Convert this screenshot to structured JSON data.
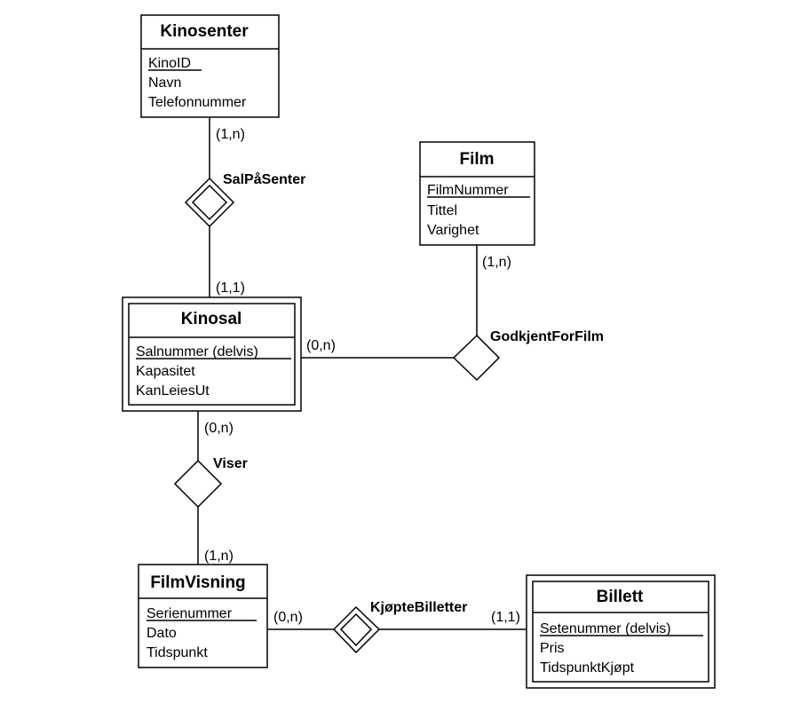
{
  "entities": {
    "kinosenter": {
      "title": "Kinosenter",
      "key": "KinoID",
      "attributes": [
        "Navn",
        "Telefonnummer"
      ]
    },
    "film": {
      "title": "Film",
      "key": "FilmNummer",
      "attributes": [
        "Tittel",
        "Varighet"
      ]
    },
    "kinosal": {
      "title": "Kinosal",
      "key": "Salnummer (delvis)",
      "attributes": [
        "Kapasitet",
        "KanLeiesUt"
      ]
    },
    "filmvisning": {
      "title": "FilmVisning",
      "key": "Serienummer",
      "attributes": [
        "Dato",
        "Tidspunkt"
      ]
    },
    "billett": {
      "title": "Billett",
      "key": "Setenummer (delvis)",
      "attributes": [
        "Pris",
        "TidspunktKjøpt"
      ]
    }
  },
  "relationships": {
    "salpasenter": "SalPåSenter",
    "godkjentforfilm": "GodkjentForFilm",
    "viser": "Viser",
    "kjoptebilletter": "KjøpteBilletter"
  },
  "cardinalities": {
    "kinosenter_salpasenter": "(1,n)",
    "kinosal_salpasenter": "(1,1)",
    "film_godkjent": "(1,n)",
    "kinosal_godkjent": "(0,n)",
    "kinosal_viser": "(0,n)",
    "filmvisning_viser": "(1,n)",
    "filmvisning_kjopte": "(0,n)",
    "billett_kjopte": "(1,1)"
  }
}
